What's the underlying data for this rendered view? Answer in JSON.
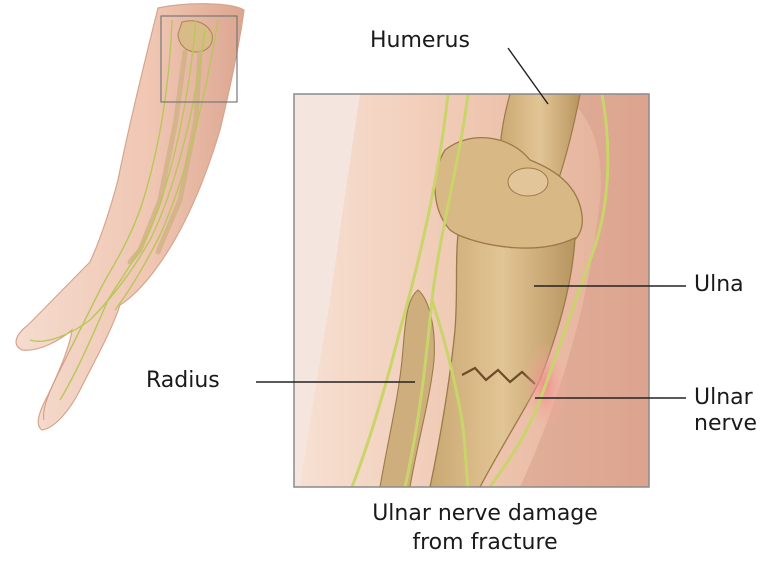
{
  "labels": {
    "humerus": "Humerus",
    "ulna": "Ulna",
    "radius": "Radius",
    "ulnar_nerve_line1": "Ulnar",
    "ulnar_nerve_line2": "nerve"
  },
  "caption": {
    "line1": "Ulnar nerve damage",
    "line2": "from fracture"
  },
  "colors": {
    "skin": "#f1cdb8",
    "bone": "#d8b986",
    "nerve": "#c9d46a",
    "injury": "#e88a8a"
  }
}
